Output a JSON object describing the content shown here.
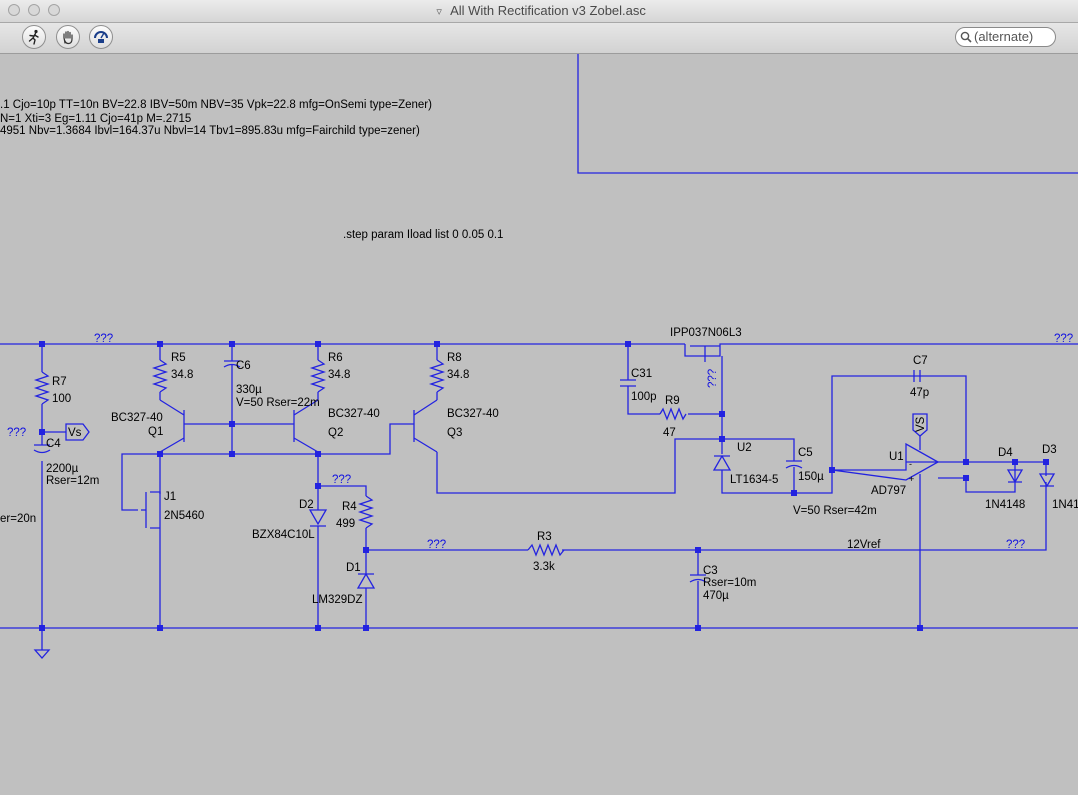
{
  "window": {
    "title": "All With Rectification v3 Zobel.asc"
  },
  "toolbar": {
    "buttons": [
      {
        "name": "run-button",
        "icon": "running-man-icon"
      },
      {
        "name": "halt-button",
        "icon": "hand-icon"
      },
      {
        "name": "probe-button",
        "icon": "ammeter-icon"
      }
    ],
    "search": {
      "placeholder": "(alternate)",
      "value": ""
    }
  },
  "schematic": {
    "directives": [
      ".1 Cjo=10p TT=10n BV=22.8 IBV=50m NBV=35 Vpk=22.8 mfg=OnSemi type=Zener)",
      "N=1 Xti=3 Eg=1.11 Cjo=41p M=.2715",
      "4951 Nbv=1.3684 Ibvl=164.37u Nbvl=14 Tbv1=895.83u mfg=Fairchild type=zener)",
      ".step param Iload list 0 0.05 0.1"
    ],
    "net_unknown": "???",
    "net_vs_port": "Vs",
    "net_vs_opamp": "VS",
    "net_12vref": "12Vref",
    "c4_partial": "er=20n",
    "d3_partial": "1N41",
    "components": {
      "r7": {
        "ref": "R7",
        "value": "100"
      },
      "c4": {
        "ref": "C4",
        "value": "2200µ",
        "extra": "Rser=12m"
      },
      "r5": {
        "ref": "R5",
        "value": "34.8"
      },
      "c6": {
        "ref": "C6",
        "value": "330µ",
        "extra": "V=50 Rser=22m"
      },
      "r6": {
        "ref": "R6",
        "value": "34.8"
      },
      "r8": {
        "ref": "R8",
        "value": "34.8"
      },
      "q1": {
        "ref": "Q1",
        "value": "BC327-40"
      },
      "q2": {
        "ref": "Q2",
        "value": "BC327-40"
      },
      "q3": {
        "ref": "Q3",
        "value": "BC327-40"
      },
      "j1": {
        "ref": "J1",
        "value": "2N5460"
      },
      "d2": {
        "ref": "D2",
        "value": "BZX84C10L"
      },
      "r4": {
        "ref": "R4",
        "value": "499"
      },
      "d1": {
        "ref": "D1",
        "value": "LM329DZ"
      },
      "r3": {
        "ref": "R3",
        "value": "3.3k"
      },
      "c3": {
        "ref": "C3",
        "value": "470µ",
        "extra": "Rser=10m"
      },
      "m1": {
        "value": "IPP037N06L3"
      },
      "c31": {
        "ref": "C31",
        "value": "100p"
      },
      "r9": {
        "ref": "R9",
        "value": "47"
      },
      "u2": {
        "ref": "U2",
        "value": "LT1634-5"
      },
      "c5": {
        "ref": "C5",
        "value": "150µ",
        "extra": "V=50 Rser=42m"
      },
      "u1": {
        "ref": "U1",
        "value": "AD797"
      },
      "c7": {
        "ref": "C7",
        "value": "47p"
      },
      "d4": {
        "ref": "D4",
        "value": "1N4148"
      },
      "d3": {
        "ref": "D3"
      }
    }
  },
  "colors": {
    "wire": "#2323e0",
    "background": "#c0c0c0",
    "text": "#000000"
  }
}
